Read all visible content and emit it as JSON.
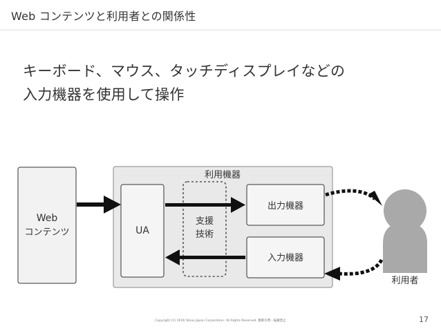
{
  "header": {
    "title": "Web コンテンツと利用者との関係性"
  },
  "lead": {
    "line1": "キーボード、マウス、タッチディスプレイなどの",
    "line2": "入力機器を使用して操作"
  },
  "diagram": {
    "web_content_line1": "Web",
    "web_content_line2": "コンテンツ",
    "device_group_label": "利用機器",
    "ua_label": "UA",
    "assistive_line1": "支援",
    "assistive_line2": "技術",
    "output_device_label": "出力機器",
    "input_device_label": "入力機器",
    "user_label": "利用者"
  },
  "footer": {
    "copyright": "Copyright (C) 2016 Yahoo Japan Corporation. All Rights Reserved. 無断引用・転載禁止",
    "page_number": "17"
  },
  "colors": {
    "box_fill": "#f2f2f2",
    "box_stroke": "#333333",
    "group_fill": "#e9e9e9",
    "group_stroke": "#888888",
    "arrow": "#111111",
    "user_figure": "#a9a9a9"
  }
}
